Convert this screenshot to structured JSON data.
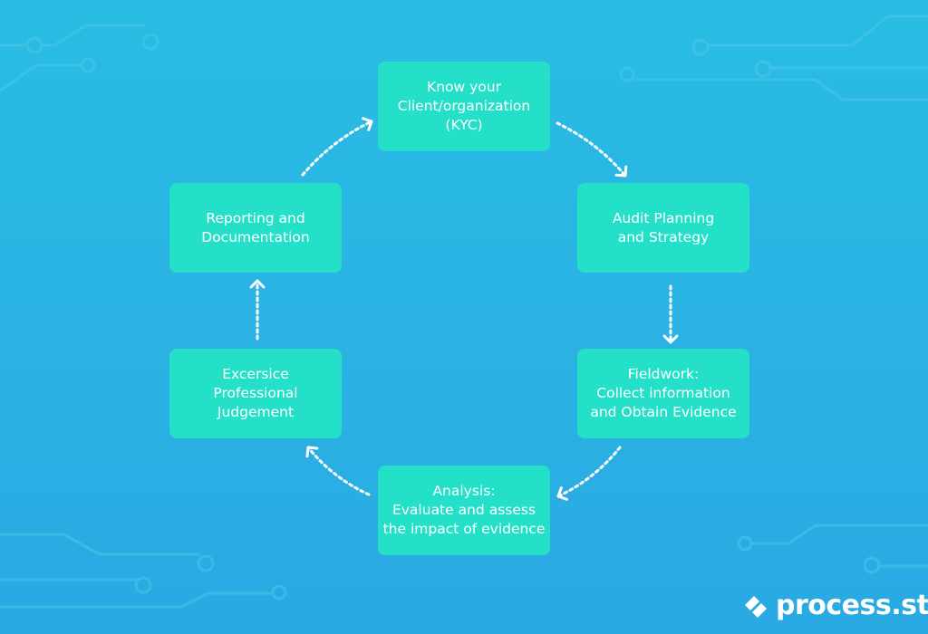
{
  "diagram": {
    "nodes": [
      {
        "id": "kyc",
        "lines": [
          "Know your",
          "Client/organization",
          "(KYC)"
        ]
      },
      {
        "id": "planning",
        "lines": [
          "Audit Planning",
          "and Strategy"
        ]
      },
      {
        "id": "fieldwork",
        "lines": [
          "Fieldwork:",
          "Collect information",
          "and Obtain Evidence"
        ]
      },
      {
        "id": "analysis",
        "lines": [
          "Analysis:",
          "Evaluate and assess",
          "the impact of evidence"
        ]
      },
      {
        "id": "judgement",
        "lines": [
          "Excersice",
          "Professional",
          "Judgement"
        ]
      },
      {
        "id": "reporting",
        "lines": [
          "Reporting and",
          "Documentation"
        ]
      }
    ],
    "edges": [
      {
        "from": "kyc",
        "to": "planning"
      },
      {
        "from": "planning",
        "to": "fieldwork"
      },
      {
        "from": "fieldwork",
        "to": "analysis"
      },
      {
        "from": "analysis",
        "to": "judgement"
      },
      {
        "from": "judgement",
        "to": "reporting"
      },
      {
        "from": "reporting",
        "to": "kyc"
      }
    ]
  },
  "brand": {
    "name": "process.st"
  },
  "colors": {
    "node": "#25e0c8",
    "arrow": "#ffffff",
    "background": "#29b6e3"
  }
}
